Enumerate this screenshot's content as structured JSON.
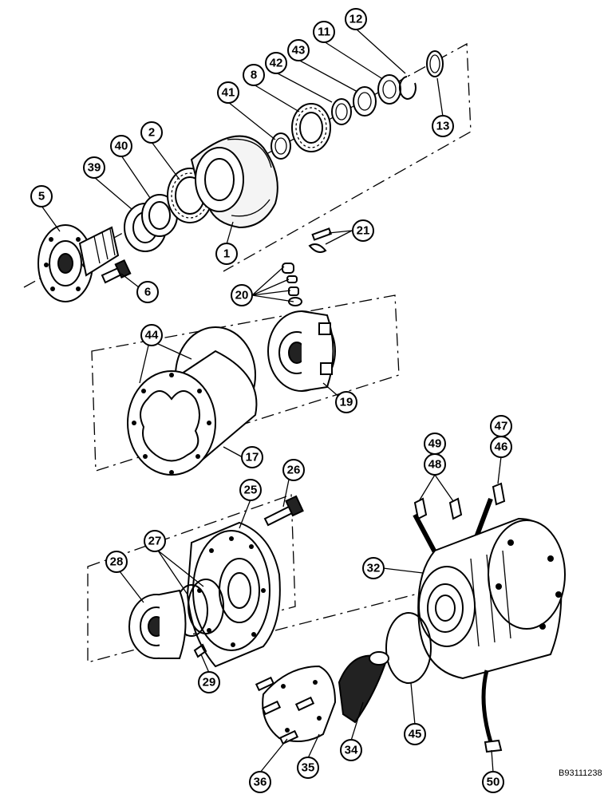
{
  "figure_id": "B93111238",
  "callouts": {
    "c1": "1",
    "c2": "2",
    "c5": "5",
    "c6": "6",
    "c8": "8",
    "c11": "11",
    "c12": "12",
    "c13": "13",
    "c17": "17",
    "c19": "19",
    "c20": "20",
    "c21": "21",
    "c25": "25",
    "c26": "26",
    "c27": "27",
    "c28": "28",
    "c29": "29",
    "c32": "32",
    "c34": "34",
    "c35": "35",
    "c36": "36",
    "c39": "39",
    "c40": "40",
    "c41": "41",
    "c42": "42",
    "c43": "43",
    "c44": "44",
    "c45": "45",
    "c46": "46",
    "c47": "47",
    "c48": "48",
    "c49": "49",
    "c50": "50"
  }
}
